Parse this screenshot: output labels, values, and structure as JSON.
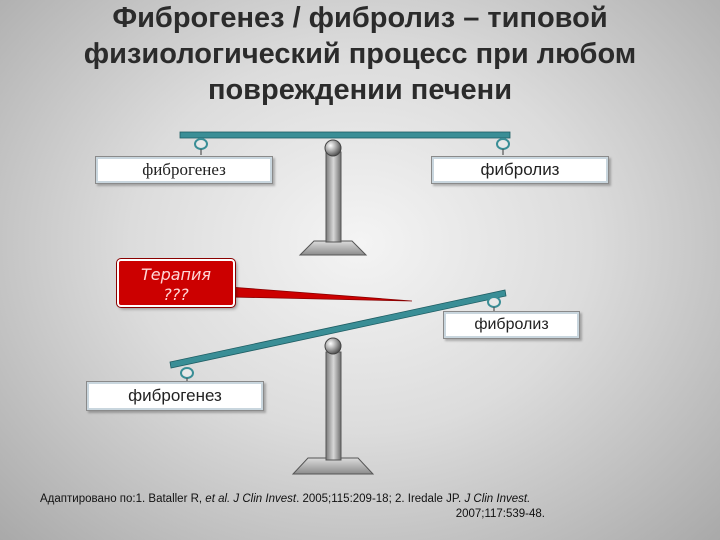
{
  "title": {
    "line1": "Фиброгенез / фибролиз – типовой",
    "line2": "физиологический процесс при любом",
    "line3": "повреждении печени"
  },
  "scale_top": {
    "left_label": "фиброгенез",
    "right_label": "фибролиз"
  },
  "therapy": {
    "line1": "Терапия",
    "line2": "???"
  },
  "scale_bottom": {
    "right_label": "фибролиз",
    "left_label": "фиброгенез"
  },
  "citation": {
    "part1": "Адаптировано по:1. Bataller R, ",
    "etal": "et al.",
    "part2": " J Clin Invest",
    "part3": ". 2005;115:209-18; 2. Iredale JP. ",
    "journal2": "J Clin Invest.",
    "line2": "2007;117:539-48."
  },
  "colors": {
    "beam": "#3a8e96",
    "therapy_bg": "#cc0000",
    "background": "#dcdcdc"
  }
}
